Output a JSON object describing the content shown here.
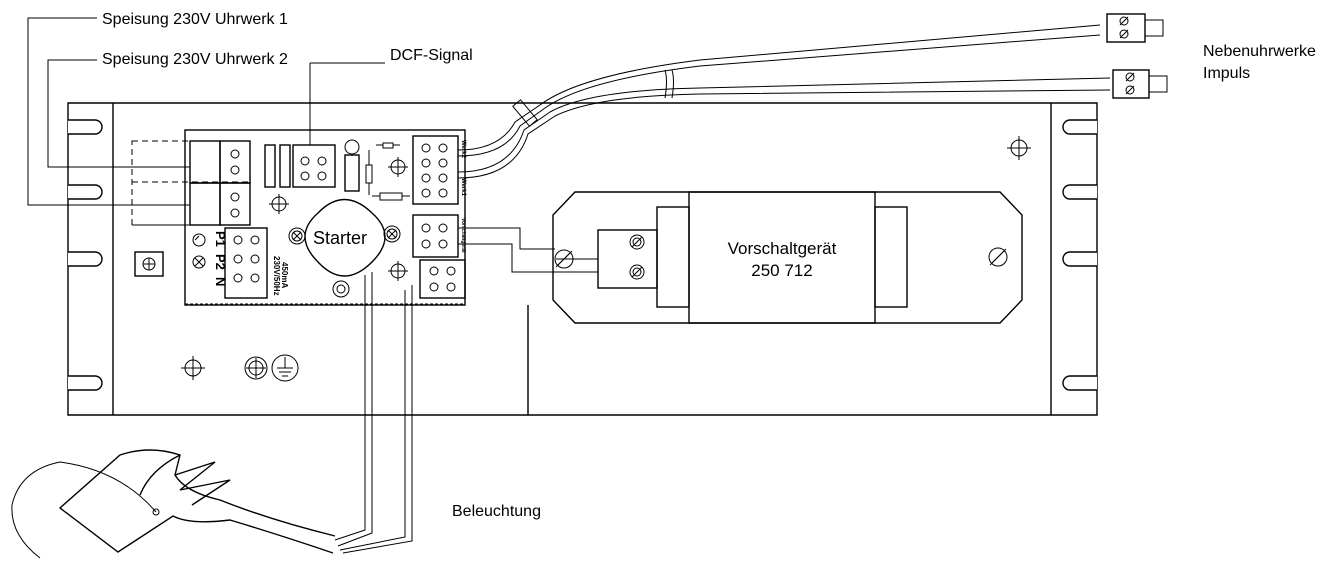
{
  "labels": {
    "speisung1": "Speisung 230V Uhrwerk 1",
    "speisung2": "Speisung 230V Uhrwerk 2",
    "dcf": "DCF-Signal",
    "neben": "Nebenuhrwerke",
    "impuls": "Impuls",
    "starter": "Starter",
    "vorschalt": "Vorschaltgerät",
    "vorschalt_nr": "250 712",
    "beleuchtung": "Beleuchtung",
    "p1": "P1",
    "p2": "P2",
    "n": "N",
    "rating1": "450mA",
    "rating2": "230V/50Hz",
    "werk2": "Werk2",
    "werk1": "Werk1",
    "vorschaltgeraet_small": "Vorschaltgerät"
  },
  "icons": {
    "ground": "ground-symbol-icon",
    "screw": "screw-icon",
    "crosshair": "mounting-hole-icon"
  }
}
